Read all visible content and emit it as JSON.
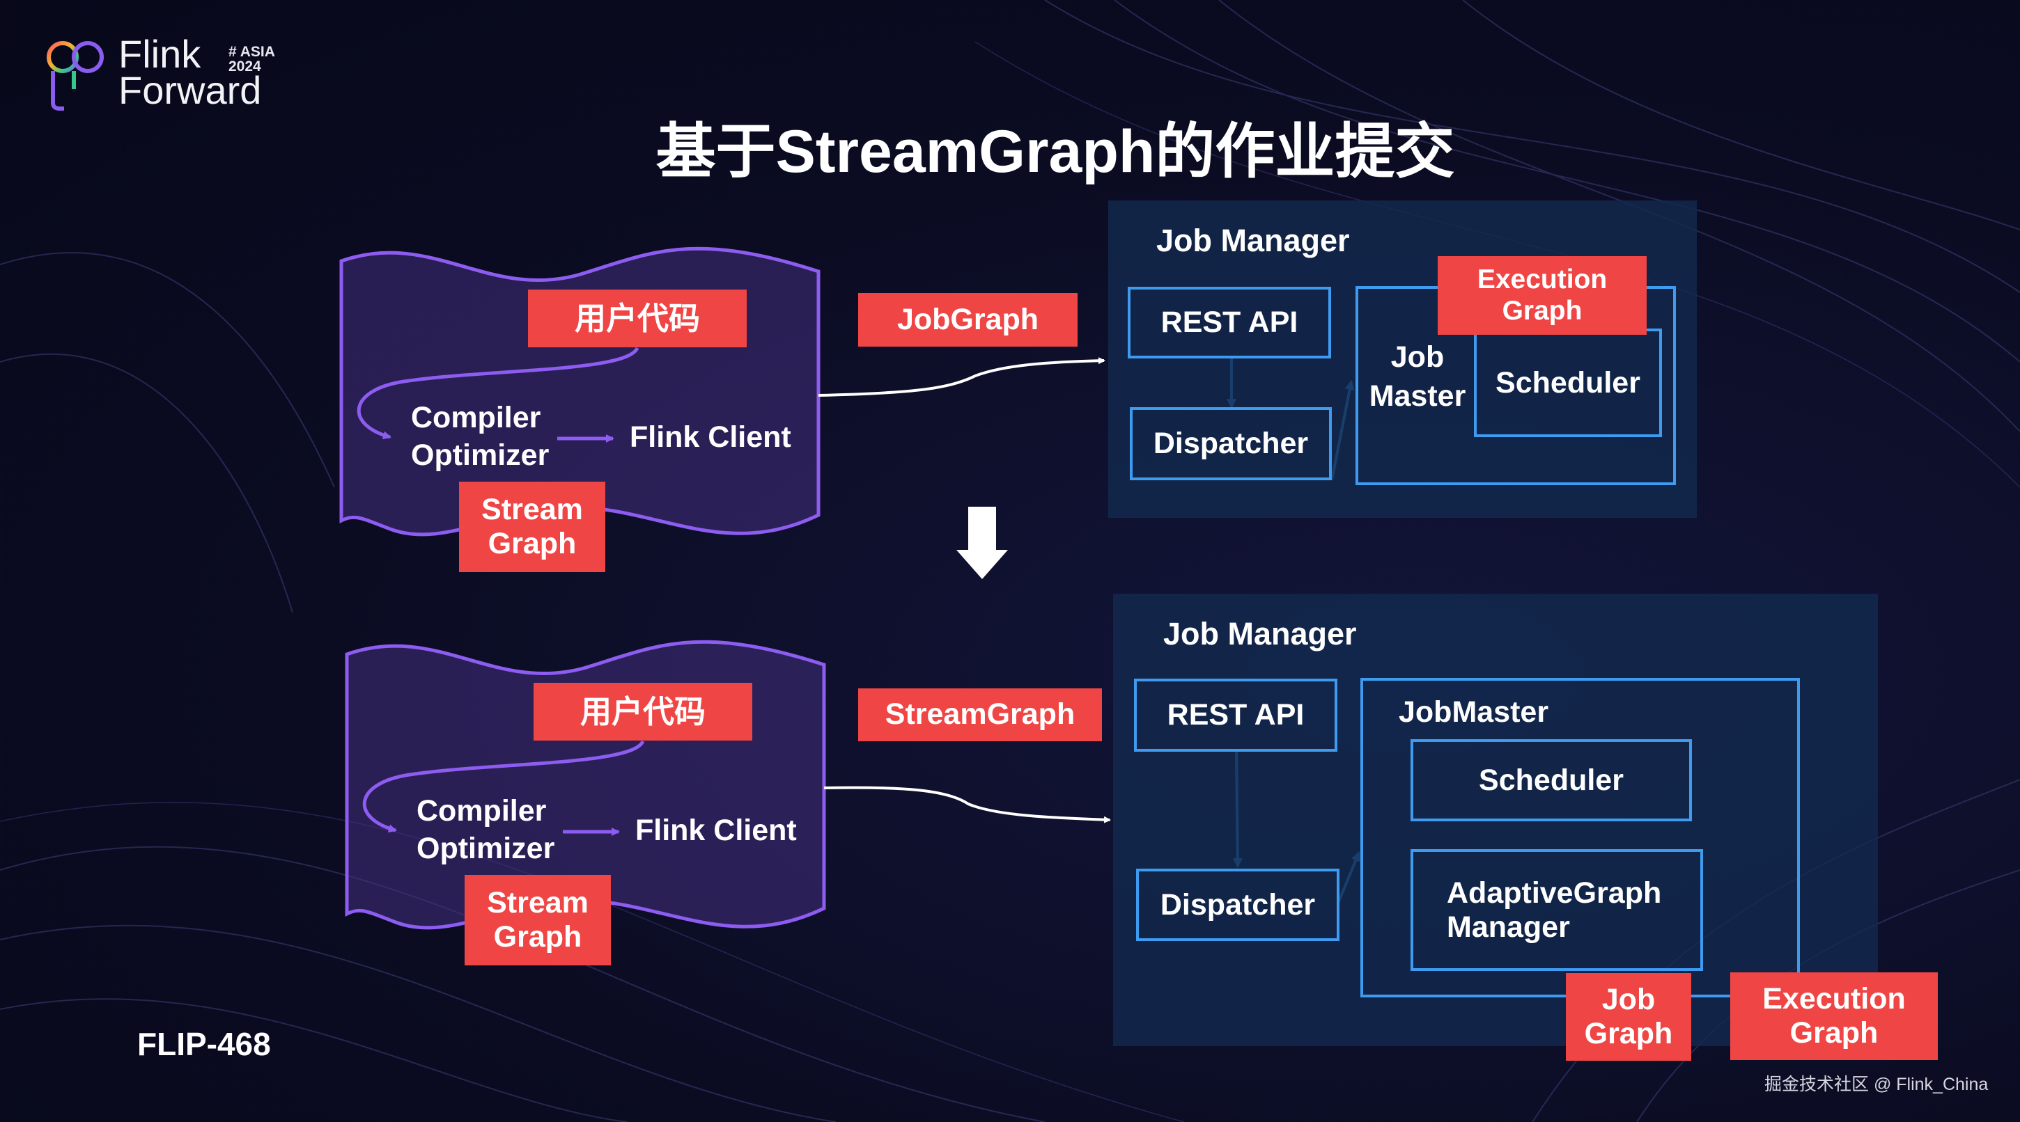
{
  "brand": {
    "logo_line1": "Flink",
    "logo_line2": "Forward",
    "event_line1": "# ASIA",
    "event_line2": "2024"
  },
  "title": "基于StreamGraph的作业提交",
  "top_diagram": {
    "client": {
      "user_code": "用户代码",
      "compiler_line1": "Compiler",
      "compiler_line2": "Optimizer",
      "flink_client": "Flink Client",
      "stream_graph_line1": "Stream",
      "stream_graph_line2": "Graph"
    },
    "submitted": "JobGraph",
    "job_manager": {
      "title": "Job Manager",
      "rest_api": "REST API",
      "dispatcher": "Dispatcher",
      "job_master_line1": "Job",
      "job_master_line2": "Master",
      "scheduler": "Scheduler",
      "execution_graph_line1": "Execution",
      "execution_graph_line2": "Graph"
    }
  },
  "bottom_diagram": {
    "client": {
      "user_code": "用户代码",
      "compiler_line1": "Compiler",
      "compiler_line2": "Optimizer",
      "flink_client": "Flink Client",
      "stream_graph_line1": "Stream",
      "stream_graph_line2": "Graph"
    },
    "submitted": "StreamGraph",
    "job_manager": {
      "title": "Job Manager",
      "rest_api": "REST API",
      "dispatcher": "Dispatcher",
      "job_master": "JobMaster",
      "scheduler": "Scheduler",
      "adaptive_line1": "AdaptiveGraph",
      "adaptive_line2": "Manager",
      "job_graph_line1": "Job",
      "job_graph_line2": "Graph",
      "execution_graph_line1": "Execution",
      "execution_graph_line2": "Graph"
    }
  },
  "footer": {
    "flip": "FLIP-468",
    "watermark": "掘金技术社区 @ Flink_China"
  },
  "colors": {
    "tag_red": "#ef4545",
    "box_blue": "#3e9bf0",
    "doc_purple": "#8d5cf0",
    "panel": "#122a4e"
  }
}
